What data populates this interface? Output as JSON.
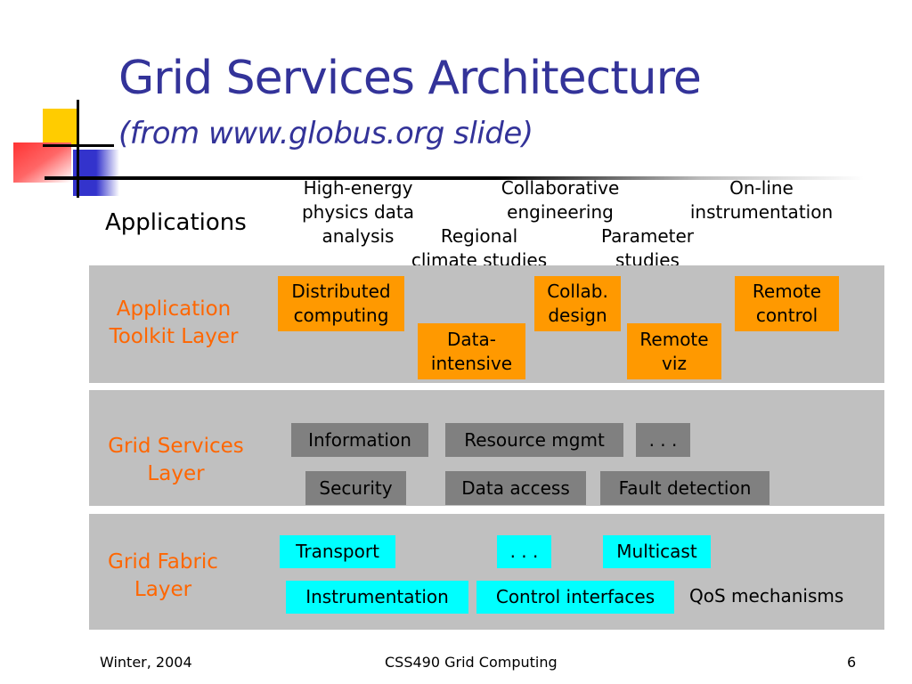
{
  "title": "Grid Services Architecture",
  "subtitle": "(from www.globus.org slide)",
  "applications": {
    "label": "Applications",
    "items": [
      {
        "line1": "High-energy",
        "line2": "physics data",
        "line3": "analysis"
      },
      {
        "line1": "Collaborative",
        "line2": "engineering"
      },
      {
        "line1": "On-line",
        "line2": "instrumentation"
      },
      {
        "line1": "Regional",
        "line2": "climate studies"
      },
      {
        "line1": "Parameter",
        "line2": "studies"
      }
    ]
  },
  "toolkit_layer": {
    "label_line1": "Application",
    "label_line2": "Toolkit Layer",
    "boxes": [
      {
        "line1": "Distributed",
        "line2": "computing"
      },
      {
        "line1": "Data-",
        "line2": "intensive"
      },
      {
        "line1": "Collab.",
        "line2": "design"
      },
      {
        "line1": "Remote",
        "line2": "viz"
      },
      {
        "line1": "Remote",
        "line2": "control"
      }
    ]
  },
  "services_layer": {
    "label_line1": "Grid Services",
    "label_line2": "Layer",
    "boxes": [
      "Information",
      "Resource mgmt",
      ". . .",
      "Security",
      "Data access",
      "Fault detection"
    ]
  },
  "fabric_layer": {
    "label_line1": "Grid Fabric",
    "label_line2": "Layer",
    "boxes": [
      "Transport",
      ". . .",
      "Multicast",
      "Instrumentation",
      "Control interfaces"
    ],
    "plain": "QoS mechanisms"
  },
  "footer": {
    "left": "Winter, 2004",
    "center": "CSS490 Grid Computing",
    "right": "6"
  },
  "colors": {
    "title": "#333399",
    "layer_label": "#ff6600",
    "layer_bg": "#c0c0c0",
    "toolkit_box": "#ff9900",
    "services_box": "#808080",
    "fabric_box": "#00ffff"
  }
}
